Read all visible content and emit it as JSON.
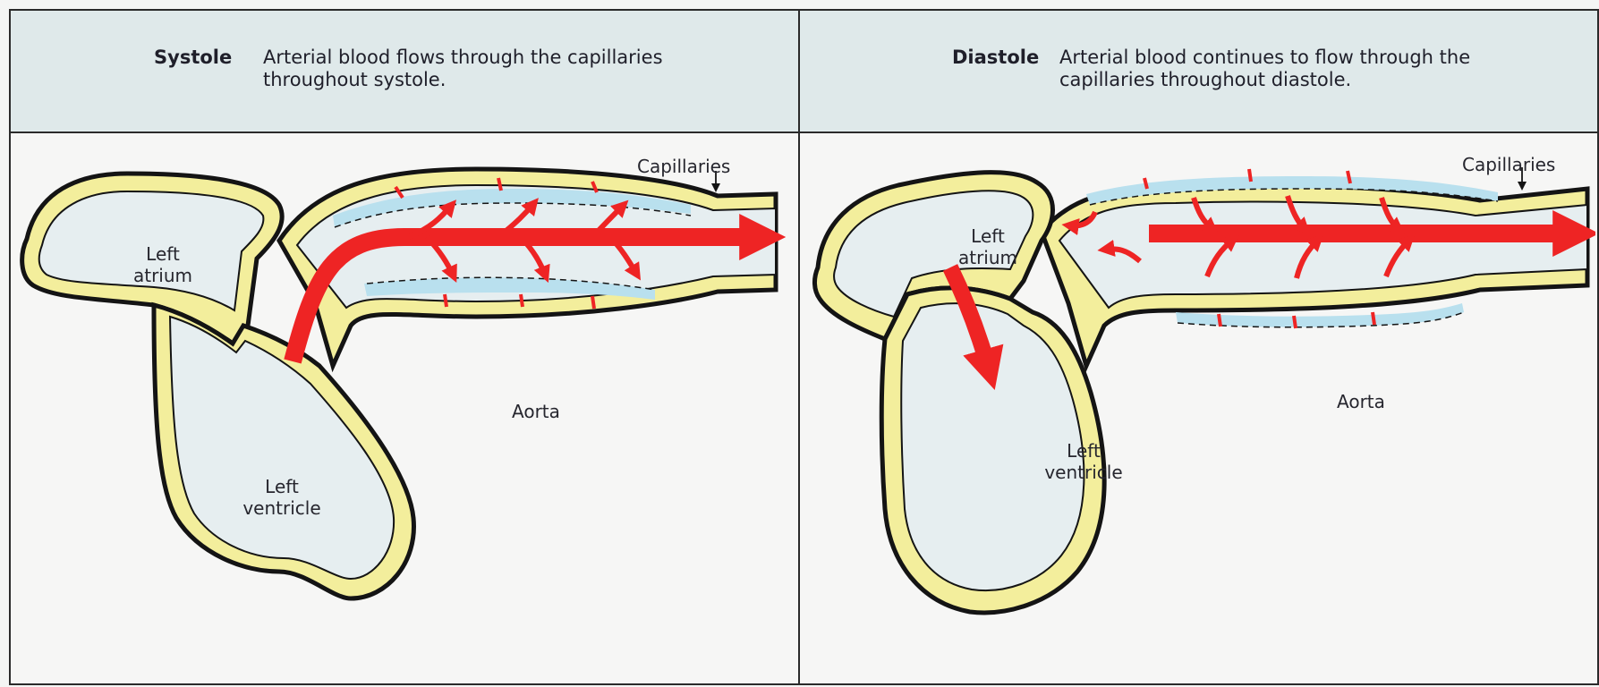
{
  "panels": [
    {
      "term": "Systole",
      "description": "Arterial blood flows through the capillaries throughout systole.",
      "labels": {
        "capillaries": "Capillaries",
        "atrium_1": "Left",
        "atrium_2": "atrium",
        "ventricle_1": "Left",
        "ventricle_2": "ventricle",
        "aorta": "Aorta"
      }
    },
    {
      "term": "Diastole",
      "description": "Arterial blood continues to flow through the capillaries throughout diastole.",
      "labels": {
        "capillaries": "Capillaries",
        "atrium_1": "Left",
        "atrium_2": "atrium",
        "ventricle_1": "Left",
        "ventricle_2": "ventricle",
        "aorta": "Aorta"
      }
    }
  ],
  "colors": {
    "header_bg": "#dfe9ea",
    "wall": "#f3ee9c",
    "outline": "#141414",
    "chamber": "#e6eef0",
    "capillary_bed": "#b9e0ee",
    "blood_flow": "#ee2424"
  }
}
